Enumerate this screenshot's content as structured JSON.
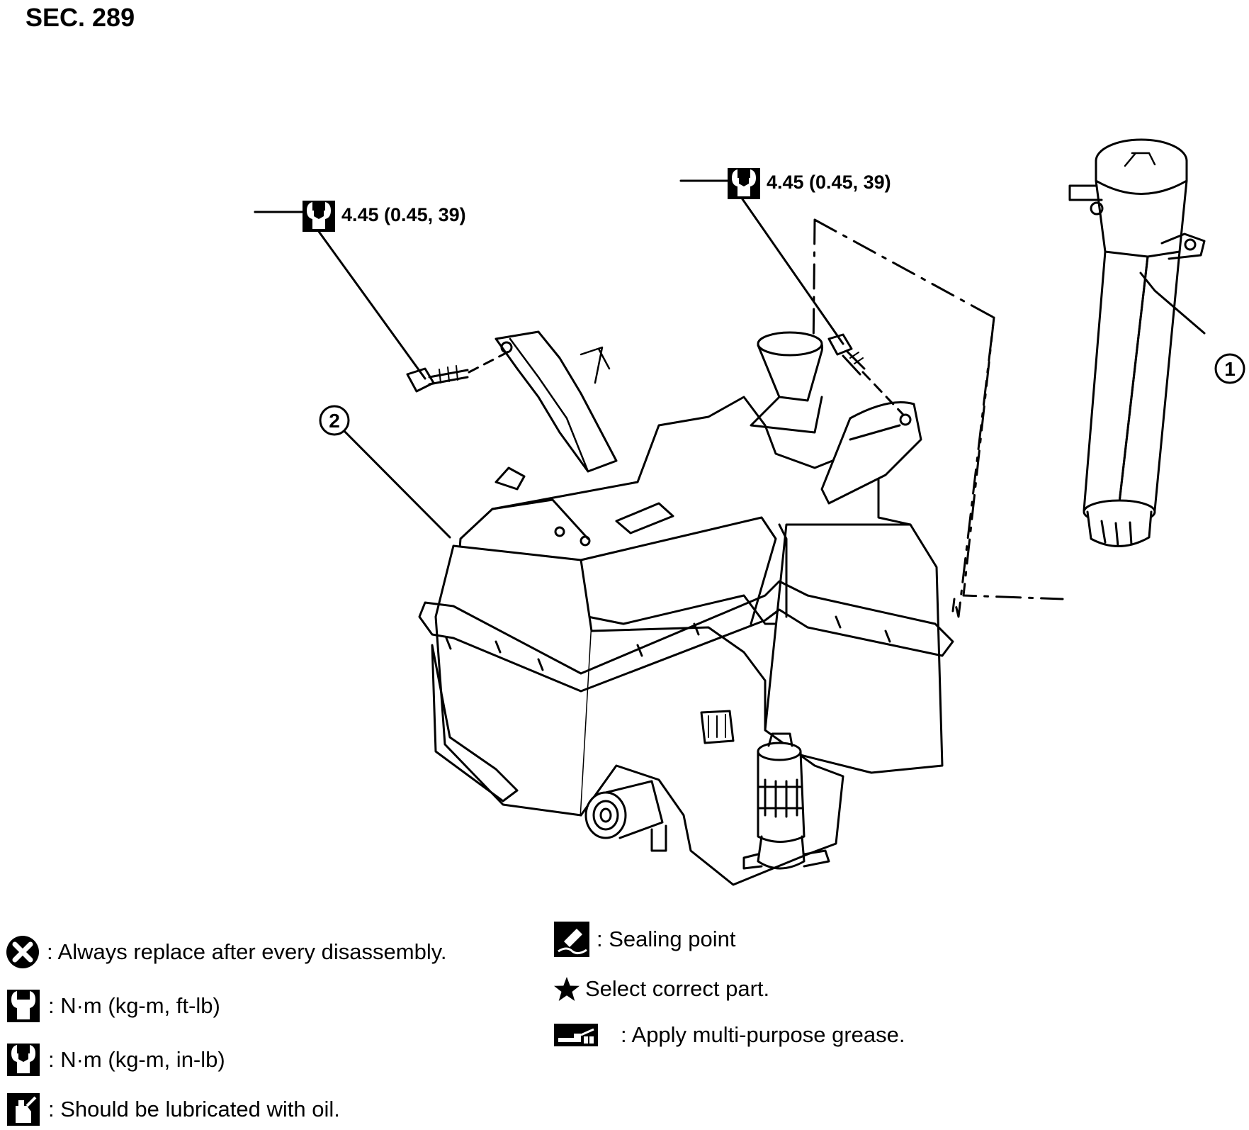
{
  "section": "SEC. 289",
  "torque_callouts": [
    {
      "value": "4.45 (0.45, 39)",
      "icon": "torque-wrench-in-lb-icon"
    },
    {
      "value": "4.45 (0.45, 39)",
      "icon": "torque-wrench-in-lb-icon"
    }
  ],
  "part_callouts": [
    "1",
    "2"
  ],
  "legend": {
    "replace": ": Always replace after every disassembly.",
    "torque_ftlb": ": N·m (kg-m, ft-lb)",
    "torque_inlb": ": N·m (kg-m, in-lb)",
    "oil": ": Should be lubricated with oil.",
    "sealing": ": Sealing point",
    "select": "Select correct part.",
    "grease": ": Apply multi-purpose grease."
  },
  "legend_icons": {
    "replace": "x-circle-icon",
    "torque_ftlb": "wrench-outline-icon",
    "torque_inlb": "wrench-solid-icon",
    "oil": "oil-can-icon",
    "sealing": "sealant-icon",
    "select": "star-icon",
    "grease": "grease-gun-icon"
  }
}
